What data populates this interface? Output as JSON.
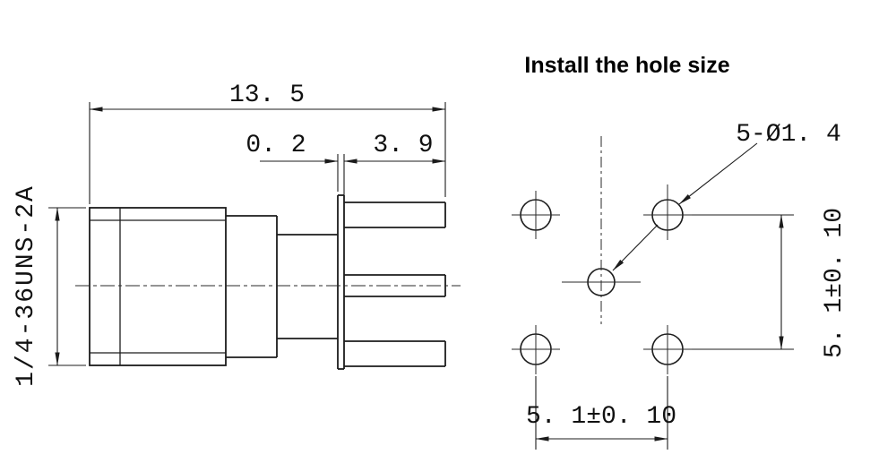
{
  "title": "Install the hole size",
  "side_view": {
    "thread_label": "1/4-36UNS-2A",
    "dim_overall": "13. 5",
    "dim_tab_thickness": "0. 2",
    "dim_leg_length": "3. 9"
  },
  "hole_pattern": {
    "hole_callout": "5-Ø1. 4",
    "dim_vertical": "5. 1±0. 10",
    "dim_horizontal": "5. 1±0. 10"
  },
  "colors": {
    "line": "#1c1c1c",
    "background": "#ffffff"
  }
}
